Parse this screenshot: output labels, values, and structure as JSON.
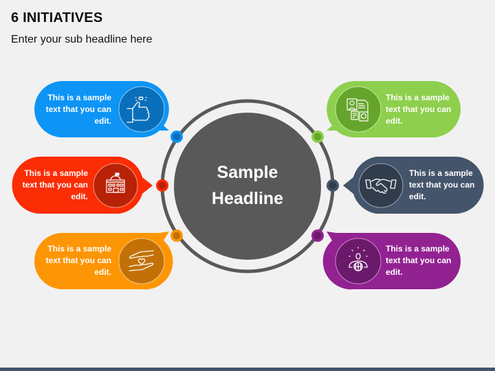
{
  "header": {
    "title": "6 INITIATIVES",
    "subtitle": "Enter your sub headline here"
  },
  "center": {
    "line1": "Sample",
    "line2": "Headline",
    "disc_color": "#595959",
    "ring_color": "#595959"
  },
  "initiatives": [
    {
      "position": "top-left",
      "text": "This is a sample text that you can edit.",
      "icon": "thumbs-up-icon",
      "color": "#0d94f5",
      "dark": "#0a6fba"
    },
    {
      "position": "middle-left",
      "text": "This is a sample text that you can edit.",
      "icon": "government-building-icon",
      "color": "#fa2d05",
      "dark": "#b82206"
    },
    {
      "position": "bottom-left",
      "text": "This is a sample text that you can edit.",
      "icon": "hands-heart-icon",
      "color": "#fd9605",
      "dark": "#c37106"
    },
    {
      "position": "top-right",
      "text": "This is a sample text that you can edit.",
      "icon": "id-documents-icon",
      "color": "#8ecf4d",
      "dark": "#66a52b"
    },
    {
      "position": "middle-right",
      "text": "This is a sample text that you can edit.",
      "icon": "handshake-icon",
      "color": "#44546a",
      "dark": "#313d4d"
    },
    {
      "position": "bottom-right",
      "text": "This is a sample text that you can edit.",
      "icon": "person-globe-icon",
      "color": "#922291",
      "dark": "#6b1a6b"
    }
  ],
  "footer": {
    "bar_color": "#44546a"
  }
}
